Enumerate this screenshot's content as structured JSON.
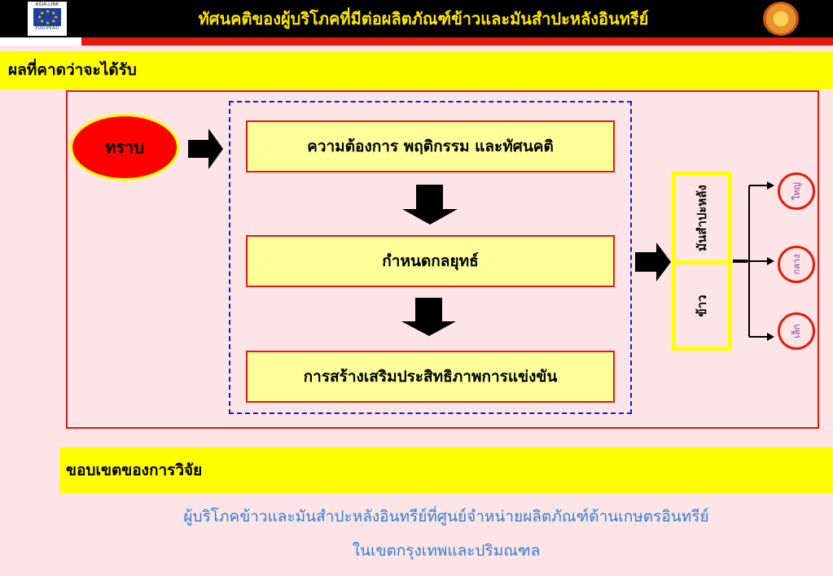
{
  "header": {
    "title": "ทัศนคติของผู้บริโภคที่มีต่อผลิตภัณฑ์ข้าวและมันสำปะหลังอินทรีย์",
    "logo_left_text": "ASIA-LINK",
    "logo_left_sub": "EUROPEAID"
  },
  "section1": {
    "title": "ผลที่คาดว่าจะได้รับ"
  },
  "diagram": {
    "oval_label": "ทราบ",
    "boxes": [
      "ความต้องการ พฤติกรรม และทัศนคติ",
      "กำหนดกลยุทธ์",
      "การสร้างเสริมประสิทธิภาพการแข่งขัน"
    ],
    "products": [
      "มันสำปะหลัง",
      "ข้าว"
    ],
    "sizes": [
      "ใหญ่",
      "กลาง",
      "เล็ก"
    ]
  },
  "section2": {
    "title": "ขอบเขตของการวิจัย"
  },
  "scope": {
    "line1": "ผู้บริโภคข้าวและมันสำปะหลังอินทรีย์ที่ศูนย์จำหน่ายผลิตภัณฑ์ด้านเกษตรอินทรีย์",
    "line2": "ในเขตกรุงเทพและปริมณฑล"
  },
  "colors": {
    "background": "#fde4e6",
    "header_bar": "#000000",
    "title_text": "#ffe600",
    "highlight_yellow": "#ffff00",
    "box_fill": "#ffff99",
    "border_red": "#e31b0f",
    "dashed_blue": "#1a1adb",
    "scope_text": "#2f7fd6"
  }
}
